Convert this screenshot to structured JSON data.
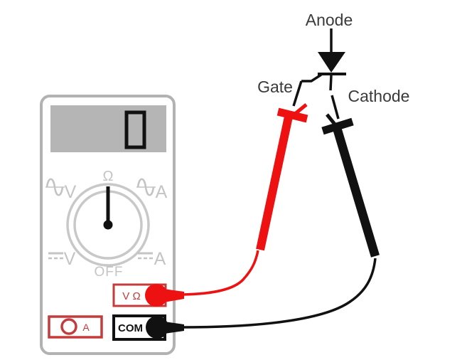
{
  "scr": {
    "anode_label": "Anode",
    "gate_label": "Gate",
    "cathode_label": "Cathode"
  },
  "meter": {
    "dial": {
      "ohm": "Ω",
      "ac_volts": "V",
      "ac_amps": "A",
      "dc_volts": "V",
      "dc_amps": "A",
      "off": "OFF"
    },
    "jacks": {
      "volt_ohm": "V Ω",
      "common": "COM",
      "amps": "A"
    }
  },
  "colors": {
    "lead_red": "#ee1111",
    "jack_red": "#c53b3b",
    "meter_outline_gray": "#b2b2b2",
    "dial_label_gray": "#c4c4c4",
    "display_gray": "#b5b5b5",
    "black": "#111111",
    "device_label_gray": "#3a3a3a"
  }
}
